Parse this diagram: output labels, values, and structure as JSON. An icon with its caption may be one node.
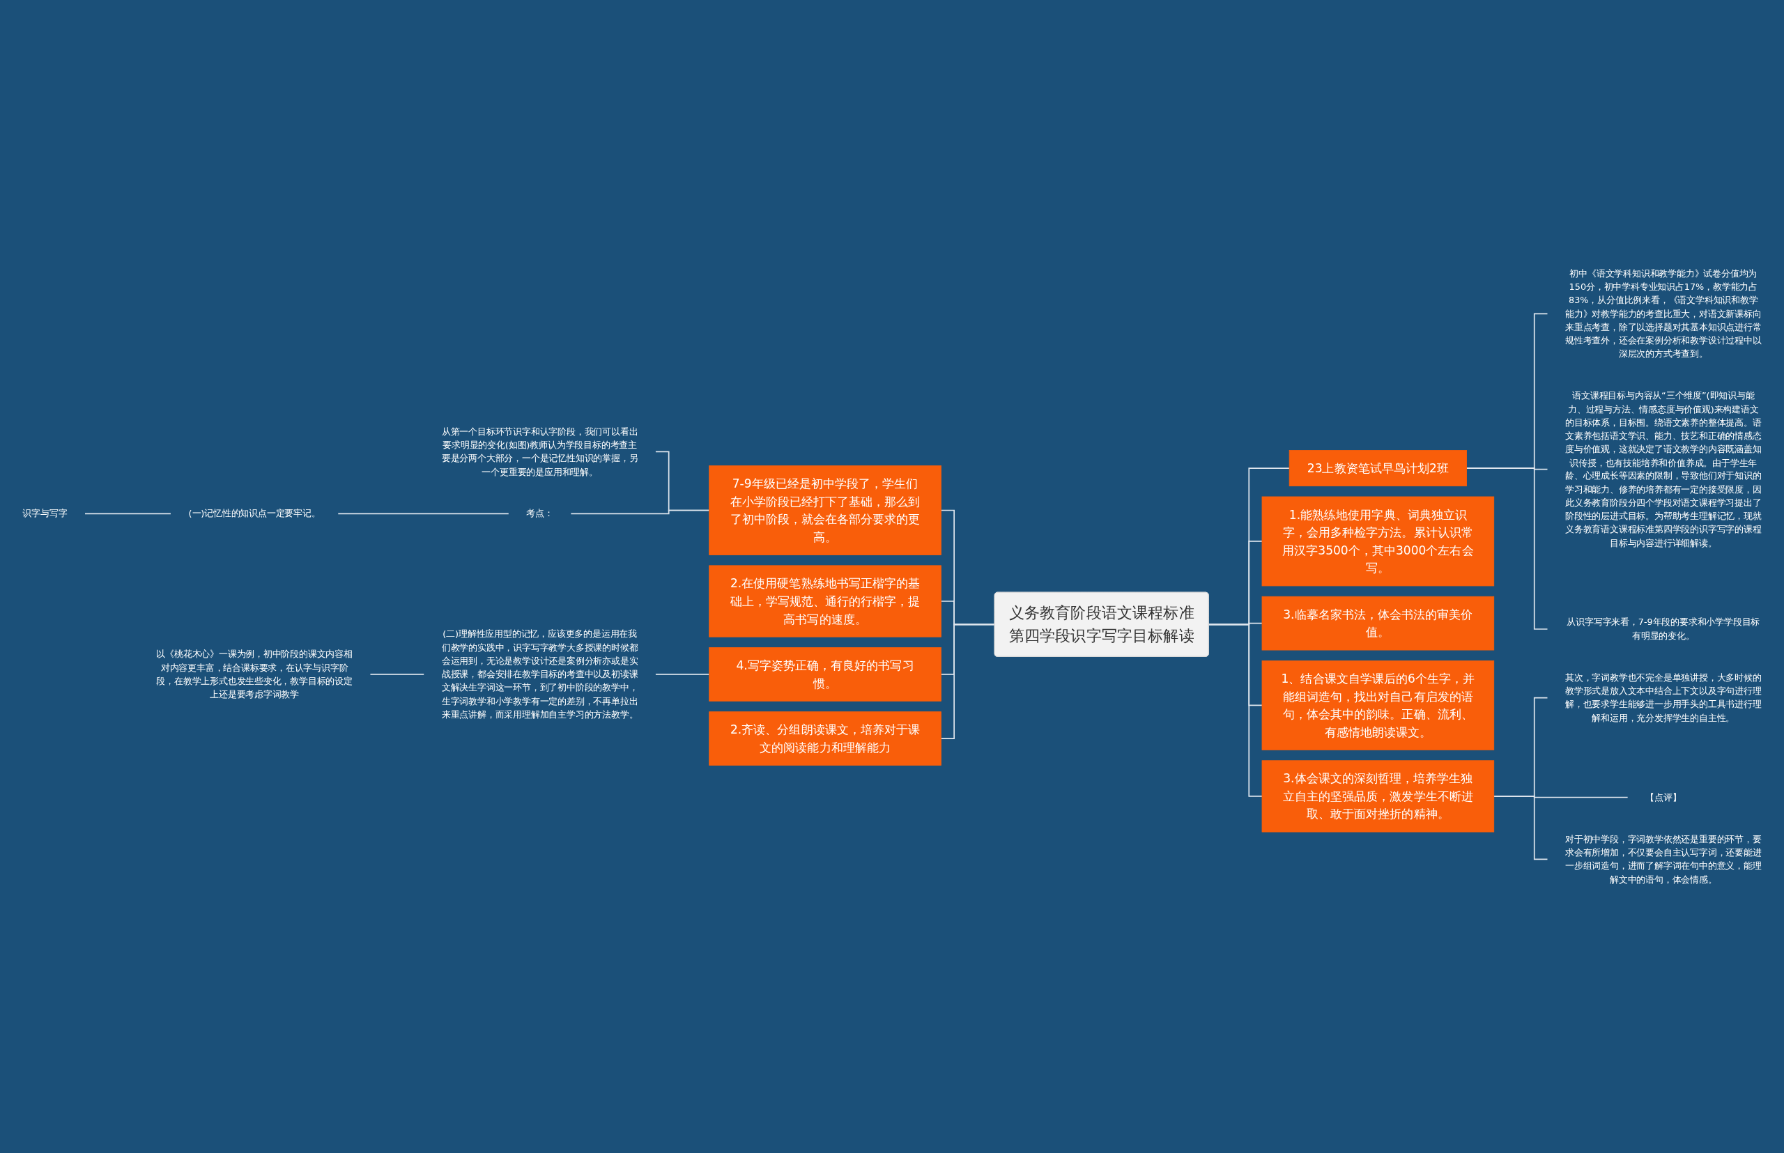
{
  "diagram": {
    "nodes": [
      {
        "text": [
          "义务教育阶段语文课程标准第四学段识字写字目标解读"
        ]
      },
      {
        "text": [
          "7-9年级已经是初中学段了，学生们在小学阶段已经打下了基础，那么到了初中阶段，就会在各部分要求的更高。"
        ]
      },
      {
        "text": [
          "从第一个目标环节识字和认字阶段，我们可以看出要求明显的变化(如图)教师认为学段目标的考查主要是分两个大部分，一个是记忆性知识的掌握，另一个更重要的是应用和理解。"
        ]
      },
      {
        "text": [
          "考点："
        ]
      },
      {
        "text": [
          "(一)记忆性的知识点一定要牢记。"
        ]
      },
      {
        "text": [
          "识字与写字"
        ]
      },
      {
        "text": [
          "2.在使用硬笔熟练地书写正楷字的基础上，学写规范、通行的行楷字，提高书写的速度。"
        ]
      },
      {
        "text": [
          "4.写字姿势正确，有良好的书写习惯。"
        ]
      },
      {
        "text": [
          "(二)理解性应用型的记忆，应该更多的是运用在我们教学的实践中，识字写字教学大多授课的时候都会运用到，无论是教学设计还是案例分析亦或是实战授课，都会安排在教学目标的考查中以及初读课文解决生字词这一环节，到了初中阶段的教学中，生字词教学和小学教学有一定的差别，不再单拉出来重点讲解，而采用理解加自主学习的方法教学。"
        ]
      },
      {
        "text": [
          "以《桃花木心》一课为例，初中阶段的课文内容相对内容更丰富，结合课标要求，在认字与识字阶段，在教学上形式也发生些变化，教学目标的设定上还是要考虑字词教学"
        ]
      },
      {
        "text": [
          "2.齐读、分组朗读课文，培养对于课文的阅读能力和理解能力"
        ]
      },
      {
        "text": [
          "23上教资笔试早鸟计划2班"
        ]
      },
      {
        "text": [
          "初中《语文学科知识和教学能力》试卷分值均为150分，初中学科专业知识占17%，教学能力占83%，从分值比例来看，《语文学科知识和教学能力》对教学能力的考查比重大，对语文新课标向来重点考查，除了以选择题对其基本知识点进行常规性考查外，还会在案例分析和教学设计过程中以深层次的方式考查到。"
        ]
      },
      {
        "text": [
          "语文课程目标与内容从“三个维度”(即知识与能力、过程与方法、情感态度与价值观)来构建语文的目标体系，目标围。绕语文素养的整体提高。语文素养包括语文学识、能力、技艺和正确的情感态度与价值观，这就决定了语文教学的内容既涵盖知识传授，也有技能培养和价值养成。由于学生年龄、心理成长等因素的限制，导致他们对于知识的学习和能力、修养的培养都有一定的接受限度，因此义务教育阶段分四个学段对语文课程学习提出了阶段性的层进式目标。为帮助考生理解记忆，现就义务教育语文课程标准第四学段的识字写字的课程目标与内容进行详细解读。"
        ]
      },
      {
        "text": [
          "从识字写字来看，7-9年段的要求和小学学段目标有明显的变化。"
        ]
      },
      {
        "text": [
          "1.能熟练地使用字典、词典独立识字，会用多种检字方法。累计认识常用汉字3500个，其中3000个左右会写。"
        ]
      },
      {
        "text": [
          "3.临摹名家书法，体会书法的审美价值。"
        ]
      },
      {
        "text": [
          "1、结合课文自学课后的6个生字，并能组词造句，找出对自己有启发的语句，体会其中的韵味。正确、流利、有感情地朗读课文。"
        ]
      },
      {
        "text": [
          "3.体会课文的深刻哲理，培养学生独立自主的坚强品质，激发学生不断进取、敢于面对挫折的精神。"
        ]
      },
      {
        "text": [
          "其次，字词教学也不完全是单独讲授，大多时候的教学形式是放入文本中结合上下文以及字句进行理解，也要求学生能够进一步用手头的工具书进行理解和运用，充分发挥学生的自主性。"
        ]
      },
      {
        "text": [
          "【点评】"
        ]
      },
      {
        "text": [
          "对于初中学段，字词教学依然还是重要的环节，要求会有所增加，不仅要会自主认写字词，还要能进一步组词造句，进而了解字词在句中的意义，能理解文中的语句，体会情感。"
        ]
      }
    ],
    "edges": [
      {
        "from": 0,
        "to": 1,
        "arrow": "none"
      },
      {
        "from": 1,
        "to": 2,
        "arrow": "none"
      },
      {
        "from": 1,
        "to": 3,
        "arrow": "none"
      },
      {
        "from": 3,
        "to": 4,
        "arrow": "none"
      },
      {
        "from": 4,
        "to": 5,
        "arrow": "none"
      },
      {
        "from": 0,
        "to": 6,
        "arrow": "none"
      },
      {
        "from": 0,
        "to": 7,
        "arrow": "none"
      },
      {
        "from": 7,
        "to": 8,
        "arrow": "none"
      },
      {
        "from": 8,
        "to": 9,
        "arrow": "none"
      },
      {
        "from": 0,
        "to": 10,
        "arrow": "none"
      },
      {
        "from": 0,
        "to": 11,
        "arrow": "none"
      },
      {
        "from": 11,
        "to": 12,
        "arrow": "none"
      },
      {
        "from": 11,
        "to": 13,
        "arrow": "none"
      },
      {
        "from": 11,
        "to": 14,
        "arrow": "none"
      },
      {
        "from": 0,
        "to": 15,
        "arrow": "none"
      },
      {
        "from": 0,
        "to": 16,
        "arrow": "none"
      },
      {
        "from": 0,
        "to": 17,
        "arrow": "none"
      },
      {
        "from": 0,
        "to": 18,
        "arrow": "none"
      },
      {
        "from": 18,
        "to": 19,
        "arrow": "none"
      },
      {
        "from": 18,
        "to": 20,
        "arrow": "none"
      },
      {
        "from": 18,
        "to": 21,
        "arrow": "none"
      }
    ]
  }
}
